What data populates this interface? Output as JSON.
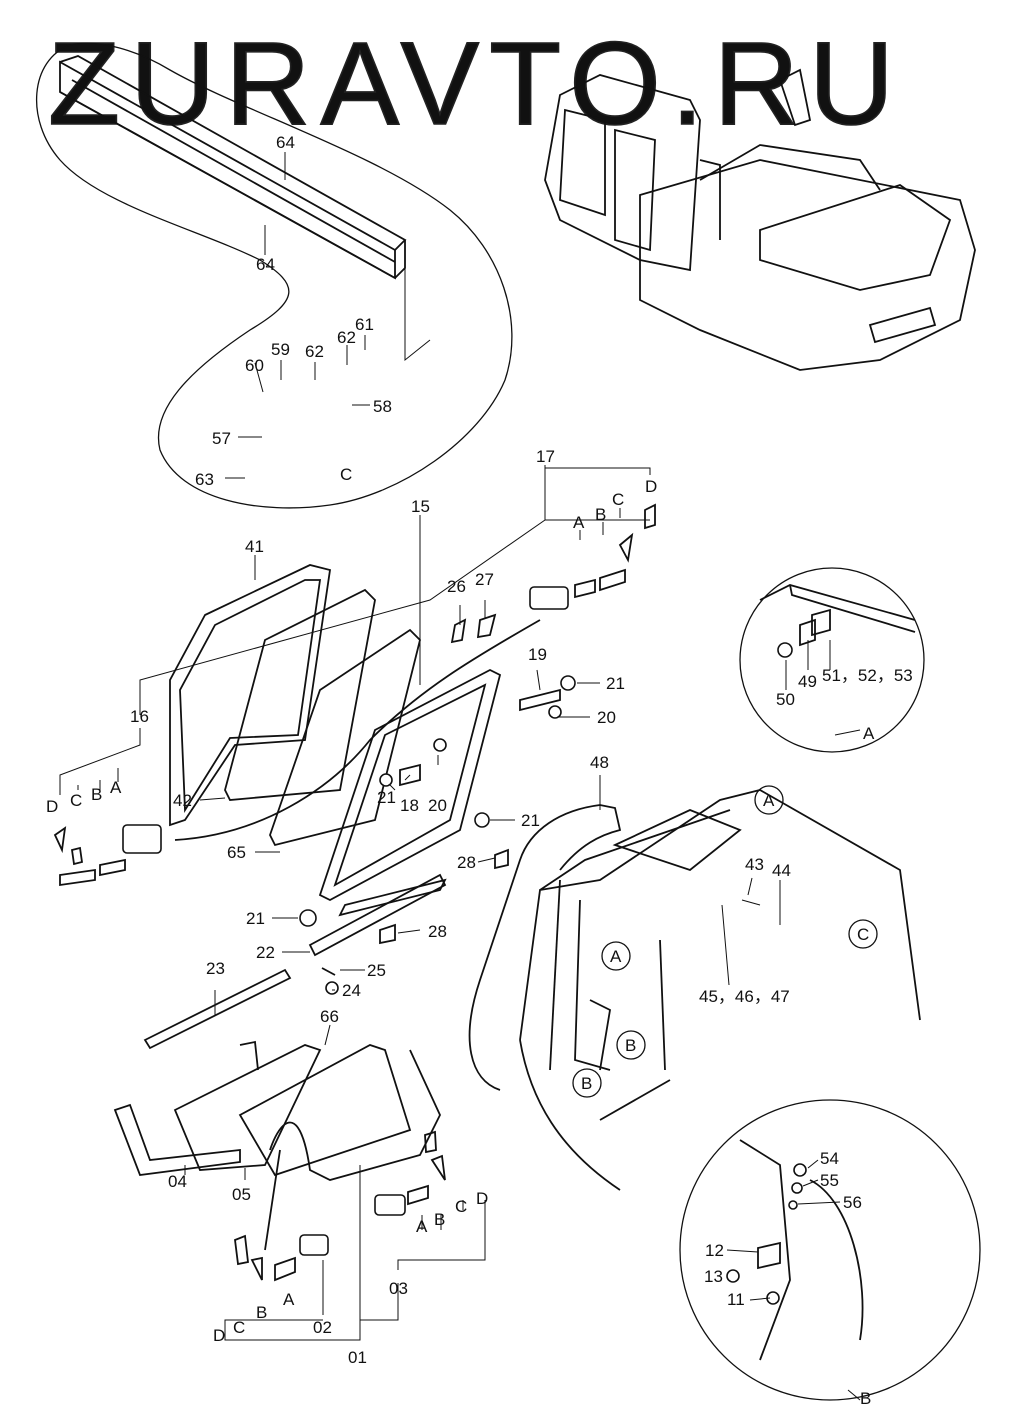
{
  "watermark": "ZURAVTO.RU",
  "labels": {
    "p64a": "64",
    "p64b": "64",
    "p59": "59",
    "p60": "60",
    "p62a": "62",
    "p62b": "62",
    "p61": "61",
    "p58": "58",
    "p57": "57",
    "p63": "63",
    "detailC": "C",
    "p17": "17",
    "p15": "15",
    "p41": "41",
    "p26": "26",
    "p27": "27",
    "s17A": "A",
    "s17B": "B",
    "s17C": "C",
    "s17D": "D",
    "p19": "19",
    "p21a": "21",
    "p20a": "20",
    "p16": "16",
    "s16D": "D",
    "s16C": "C",
    "s16B": "B",
    "s16A": "A",
    "p42": "42",
    "p21b": "21",
    "p18": "18",
    "p20b": "20",
    "p21c": "21",
    "p65": "65",
    "p28a": "28",
    "p21d": "21",
    "p28b": "28",
    "p22": "22",
    "p25": "25",
    "p24": "24",
    "p23": "23",
    "p48": "48",
    "p50": "50",
    "p49": "49",
    "p515253": "51，52，53",
    "detailA": "A",
    "calloutA1": "A",
    "calloutA2": "A",
    "calloutB1": "B",
    "calloutB2": "B",
    "calloutC": "C",
    "p43": "43",
    "p44": "44",
    "p454647": "45，46，47",
    "p66": "66",
    "p04": "04",
    "p05": "05",
    "p01": "01",
    "p03": "03",
    "p02": "02",
    "s03A": "A",
    "s03B": "B",
    "s03C": "C",
    "s03D": "D",
    "s02D": "D",
    "s02C": "C",
    "s02B": "B",
    "s02A": "A",
    "p54": "54",
    "p55": "55",
    "p56": "56",
    "p12": "12",
    "p13": "13",
    "p11": "11",
    "detailB": "B"
  }
}
